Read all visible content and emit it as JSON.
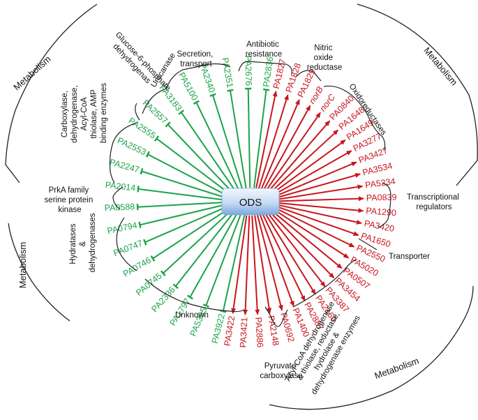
{
  "center": {
    "label": "ODS"
  },
  "colors": {
    "repressed": "#1aa34a",
    "induced": "#c8161d",
    "center_fill_top": "#eef4fb",
    "center_fill_bottom": "#8fb8e4"
  },
  "repressed_genes": [
    "PA2836",
    "PA2676",
    "PA2351",
    "PA2340",
    "PA5100",
    "PA3183",
    "PA2557",
    "PA2555",
    "PA2553",
    "PA2247",
    "PA2014",
    "PA0588",
    "PA0794",
    "PA0747",
    "PA0746",
    "PA0745",
    "PA2336",
    "PA1797",
    "PA5395",
    "PA3922"
  ],
  "induced_genes": [
    "PA1827",
    "PA1828",
    "PA1829",
    "norB",
    "norC",
    "PA0840",
    "PA1648",
    "PA1649",
    "PA3277",
    "PA3427",
    "PA3534",
    "PA5234",
    "PA0839",
    "PA1290",
    "PA3420",
    "PA1650",
    "PA2550",
    "PA5020",
    "PA0507",
    "PA3454",
    "PA3387",
    "PA2160",
    "PA2887",
    "PA1400",
    "PA0692",
    "PA2148",
    "PA2886",
    "PA3421",
    "PA3422"
  ],
  "italic_genes": [
    "norB",
    "norC"
  ],
  "categories": {
    "urocanase": "Urocanase",
    "glucose": [
      "Glucose-6-phosphate",
      "dehydrogenas"
    ],
    "secretion": [
      "Secretion,",
      "transport"
    ],
    "antibiotic": [
      "Antibiotic",
      "resistance"
    ],
    "nitric": [
      "Nitric",
      "oxide",
      "reductase"
    ],
    "oxidoreductases": "Oxidoreductases",
    "carboxylase": [
      "Carboxylase,",
      "dehydrogenase,",
      "Acyl-CoA",
      "thiolase, AMP",
      "binding enzymes"
    ],
    "prka": [
      "PrkA family",
      "serine protein",
      "kinase"
    ],
    "hydratases": [
      "Hydratases",
      "&",
      "dehydrogenases"
    ],
    "transcriptional": [
      "Transcriptional",
      "regulators"
    ],
    "transporter": "Transporter",
    "unknown": "Unknown",
    "pyruvate": [
      "Pyruvate",
      "carboxylase"
    ],
    "acyl": [
      "Acyl-CoA dehydrogenase",
      "& thiolase, reductase,",
      "hydrolase &",
      "dehydrogenase enzymes"
    ],
    "metabolism_top_left": "Metabolism",
    "metabolism_top_right": "Metabolism",
    "metabolism_bottom_left": "Metabolism",
    "metabolism_bottom_right": "Metabolism"
  }
}
